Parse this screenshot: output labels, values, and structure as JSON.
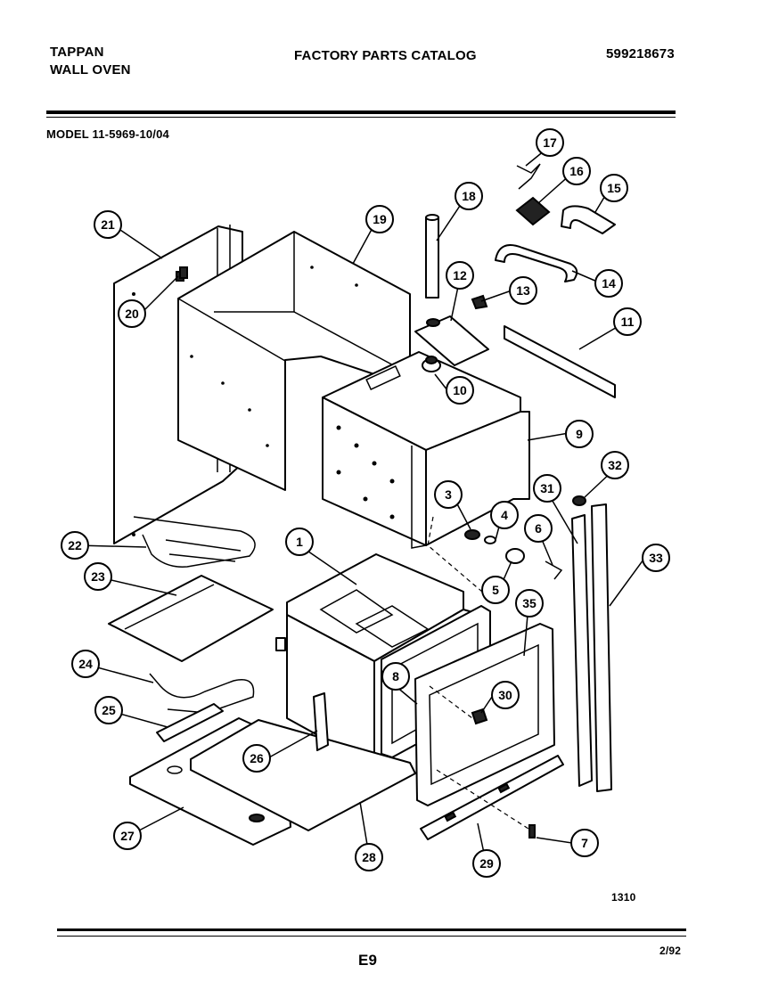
{
  "header": {
    "brand": "TAPPAN",
    "product": "WALL OVEN",
    "title": "FACTORY PARTS CATALOG",
    "catalog_number": "599218673",
    "model": "MODEL 11-5969-10/04"
  },
  "callouts": [
    "1",
    "3",
    "4",
    "5",
    "6",
    "7",
    "8",
    "9",
    "10",
    "11",
    "12",
    "13",
    "14",
    "15",
    "16",
    "17",
    "18",
    "19",
    "20",
    "21",
    "22",
    "23",
    "24",
    "25",
    "26",
    "27",
    "28",
    "29",
    "30",
    "31",
    "32",
    "33",
    "35"
  ],
  "footer": {
    "figure_code": "1310",
    "page": "E9",
    "date": "2/92"
  }
}
